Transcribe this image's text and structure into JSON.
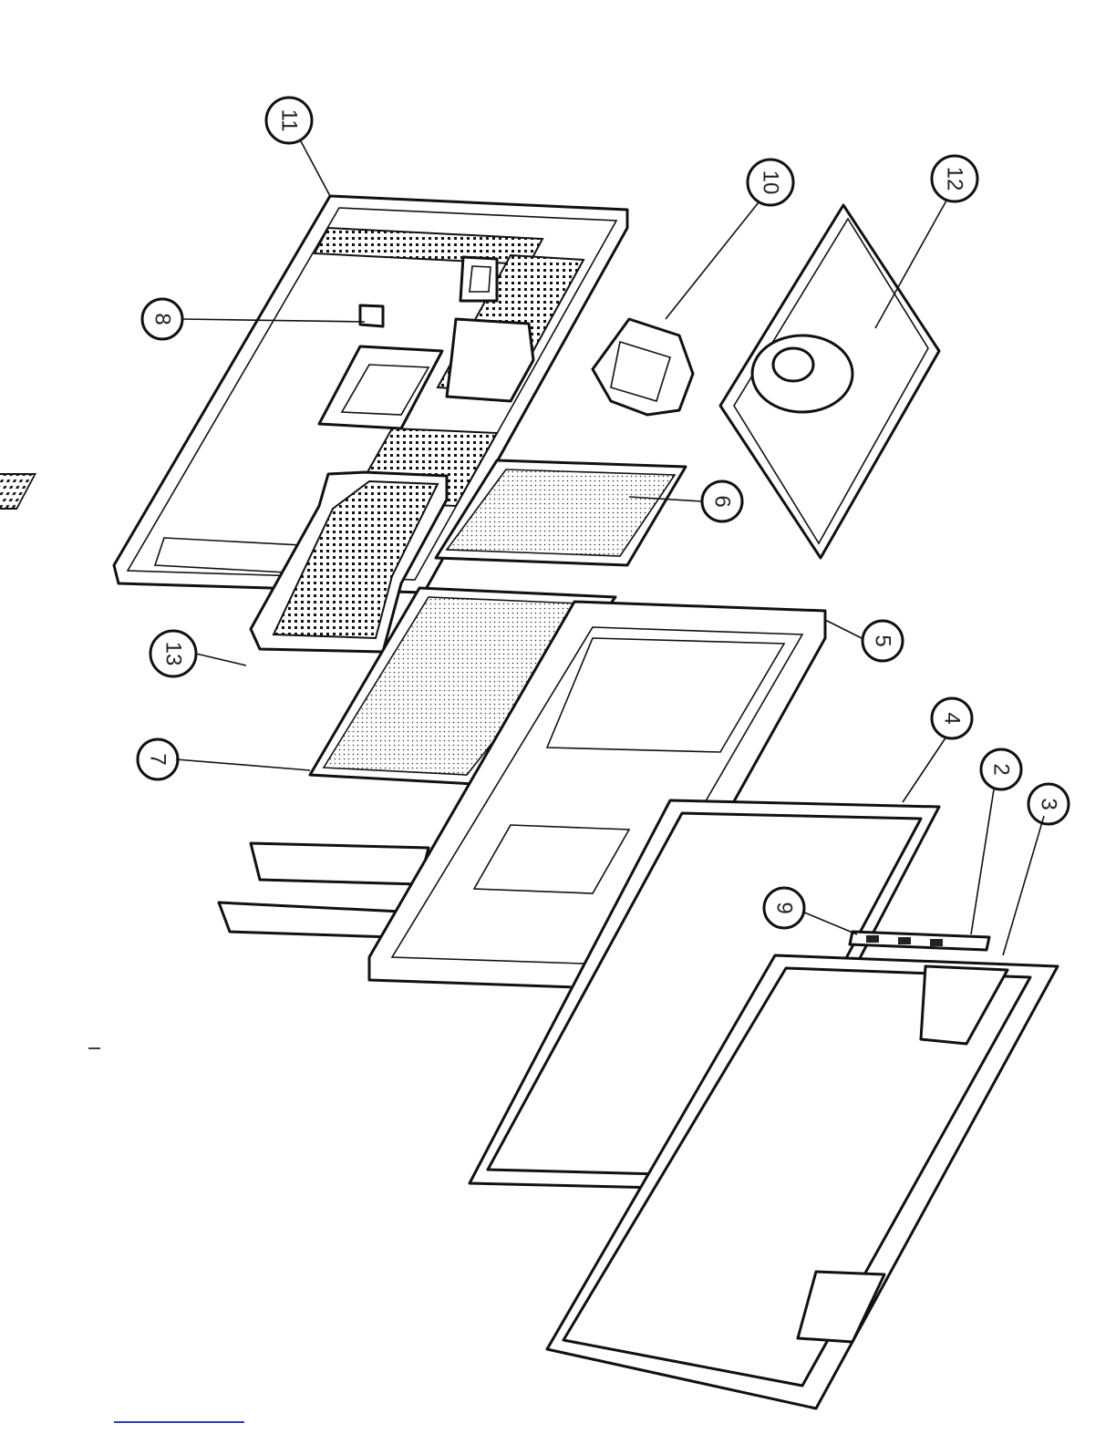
{
  "callouts": [
    {
      "id": "1",
      "label": "11"
    },
    {
      "id": "2",
      "label": "10"
    },
    {
      "id": "3",
      "label": "12"
    },
    {
      "id": "4",
      "label": "8"
    },
    {
      "id": "5",
      "label": "6"
    },
    {
      "id": "6",
      "label": "5"
    },
    {
      "id": "7",
      "label": "13"
    },
    {
      "id": "8",
      "label": "7"
    },
    {
      "id": "9",
      "label": "4"
    },
    {
      "id": "10",
      "label": "2"
    },
    {
      "id": "11",
      "label": "3"
    },
    {
      "id": "12",
      "label": "9"
    }
  ],
  "colors": {
    "line": "#111111",
    "link": "#2b3fb8"
  }
}
